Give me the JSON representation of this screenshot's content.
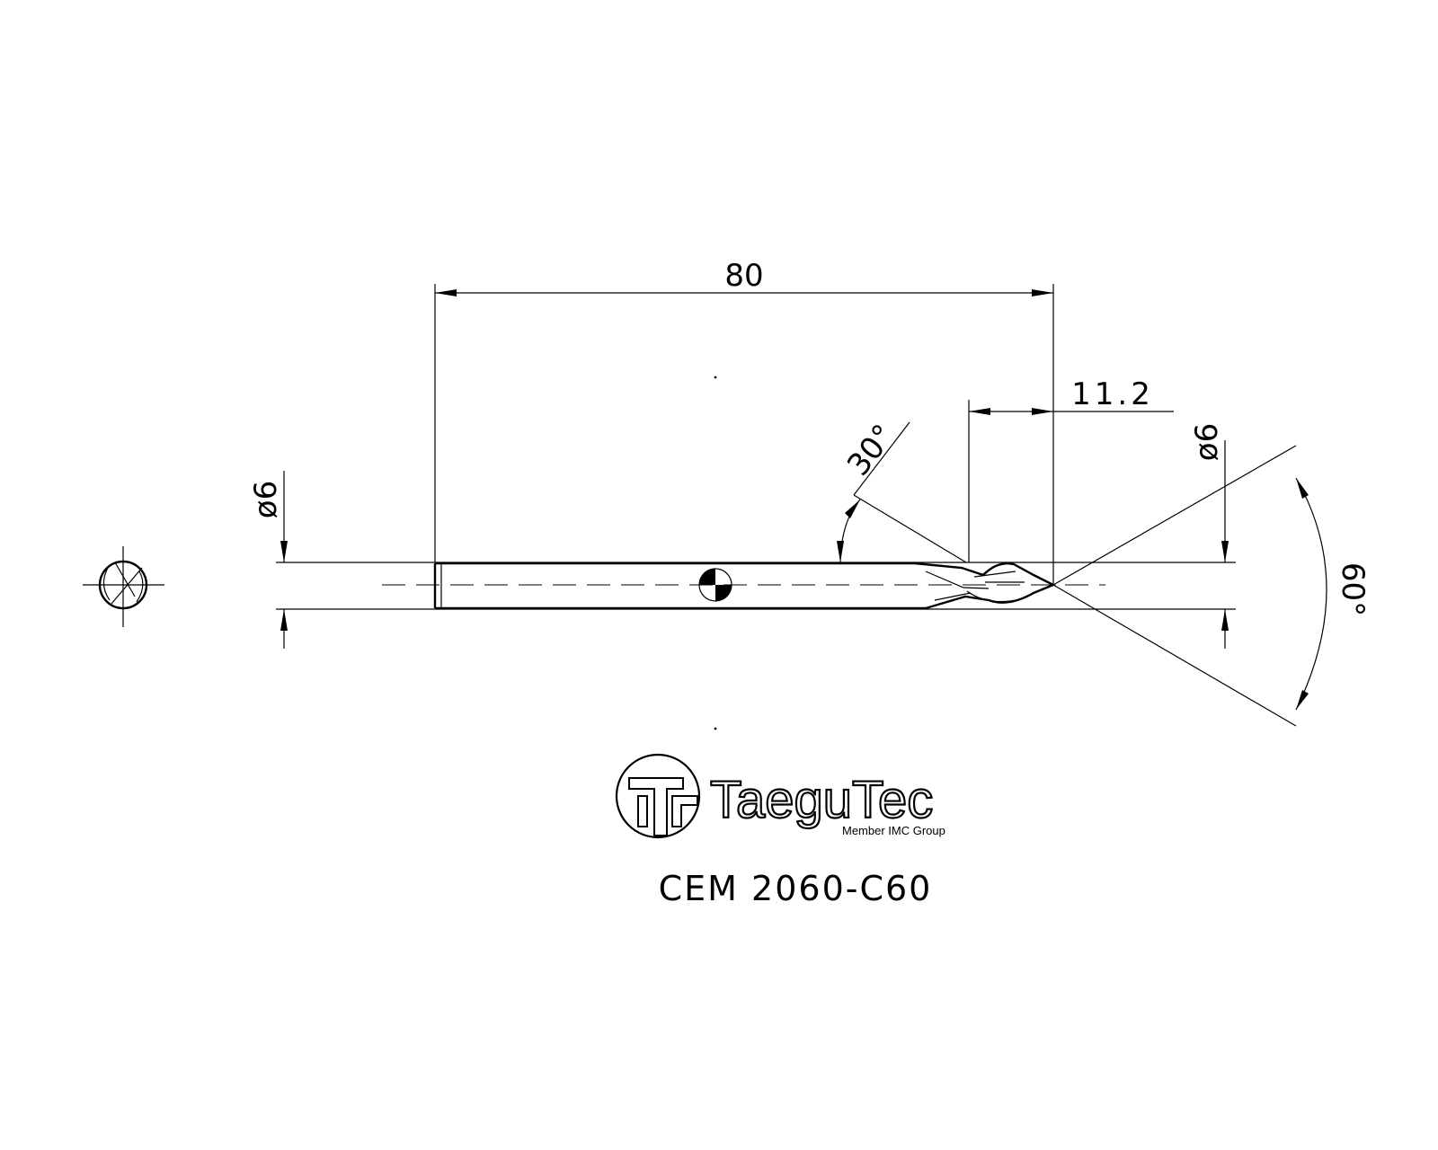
{
  "drawing": {
    "dimensions": {
      "overall_length": "80",
      "cutting_length": "11.2",
      "shank_diameter": "ø6",
      "tip_diameter": "ø6",
      "helix_angle": "30°",
      "point_angle": "60°"
    },
    "brand": {
      "name": "TaeguTec",
      "tagline": "Member IMC Group"
    },
    "part_number": "CEM 2060-C60"
  }
}
